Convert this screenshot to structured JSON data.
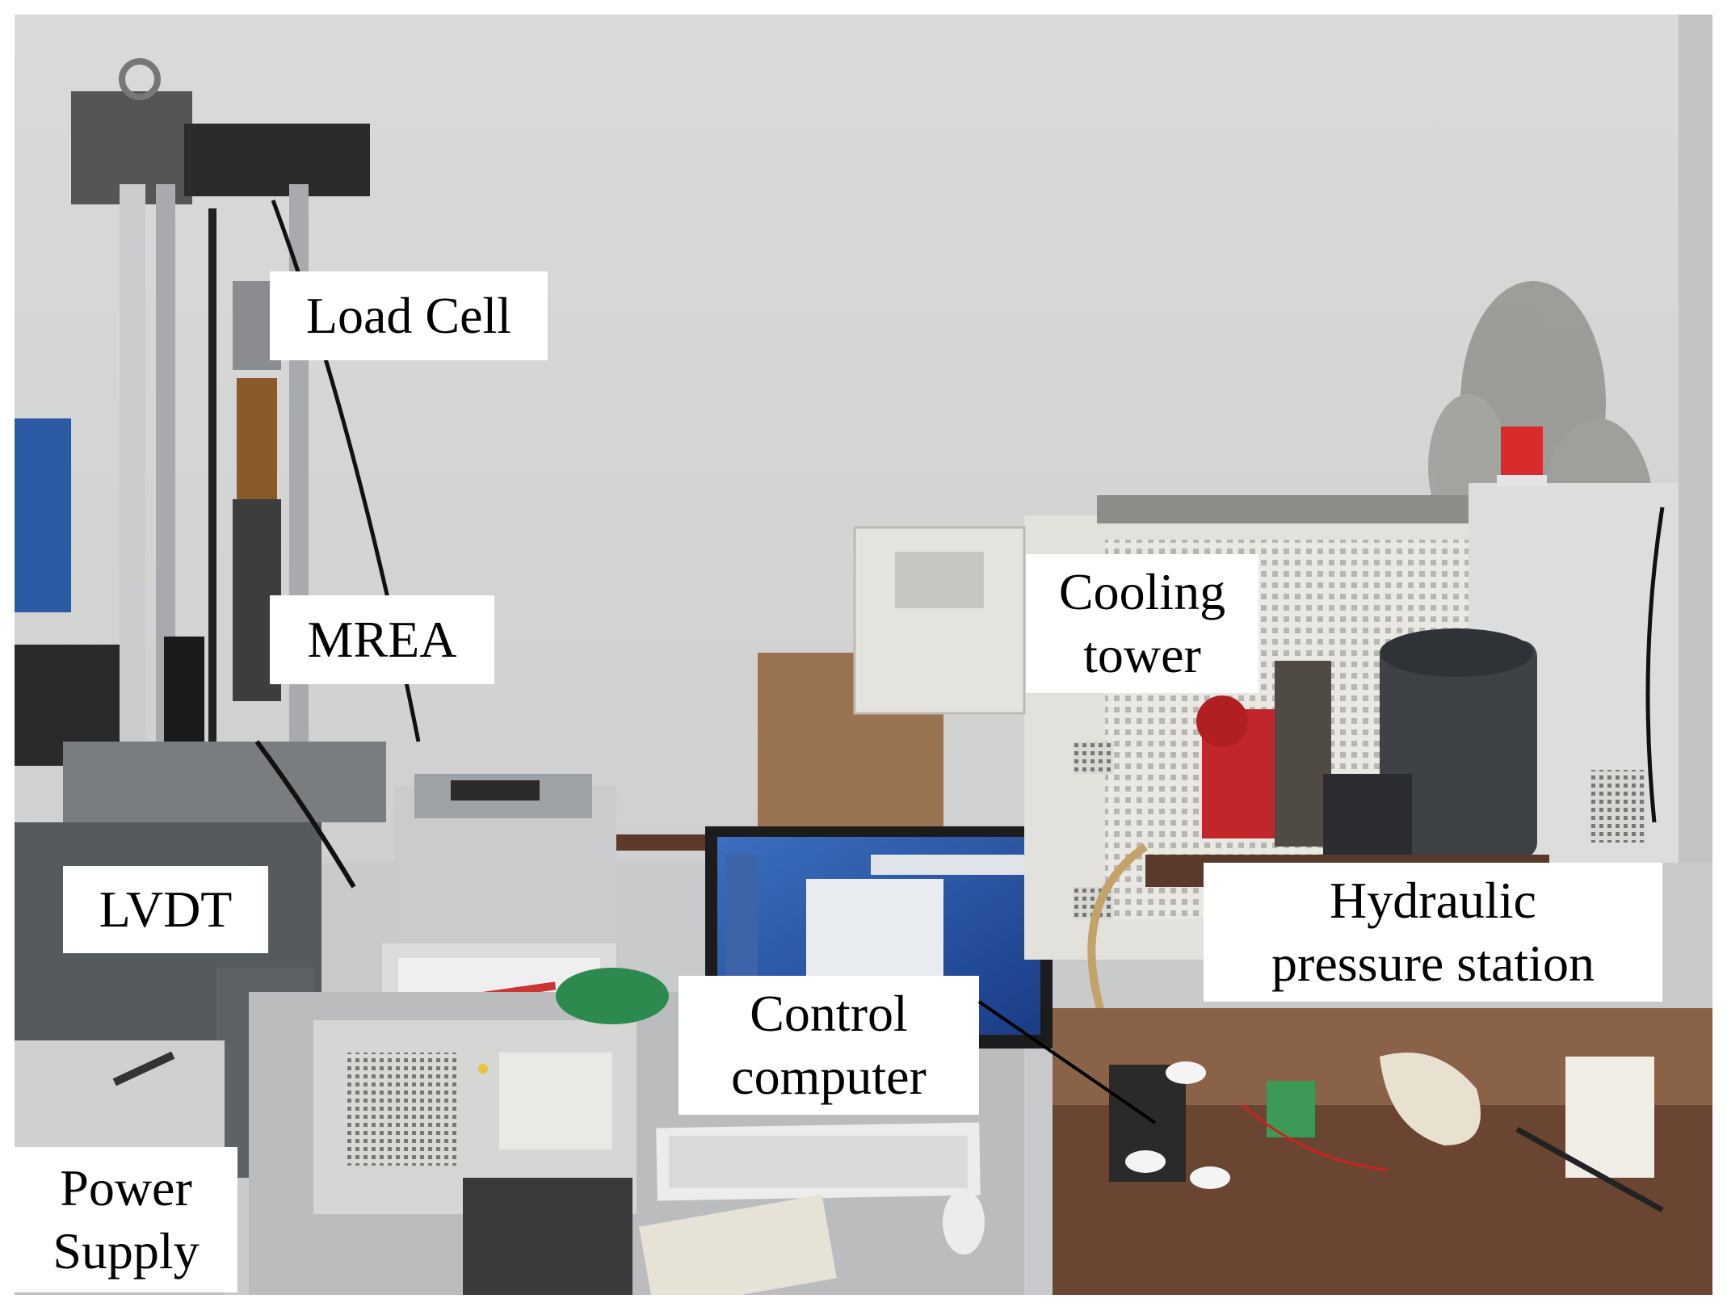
{
  "labels": {
    "load_cell": [
      "Load Cell"
    ],
    "mrea": [
      "MREA"
    ],
    "lvdt": [
      "LVDT"
    ],
    "power_supply": [
      "Power",
      "Supply"
    ],
    "cooling_tower": [
      "Cooling",
      "tower"
    ],
    "hydraulic_station": [
      "Hydraulic",
      "pressure station"
    ],
    "control_computer": [
      "Control",
      "computer"
    ]
  },
  "colors": {
    "wall": "#d5d6d5",
    "floor": "#cfd1d2",
    "desk": "#5a3a2a",
    "label_bg": "#ffffff",
    "label_text": "#000000"
  }
}
